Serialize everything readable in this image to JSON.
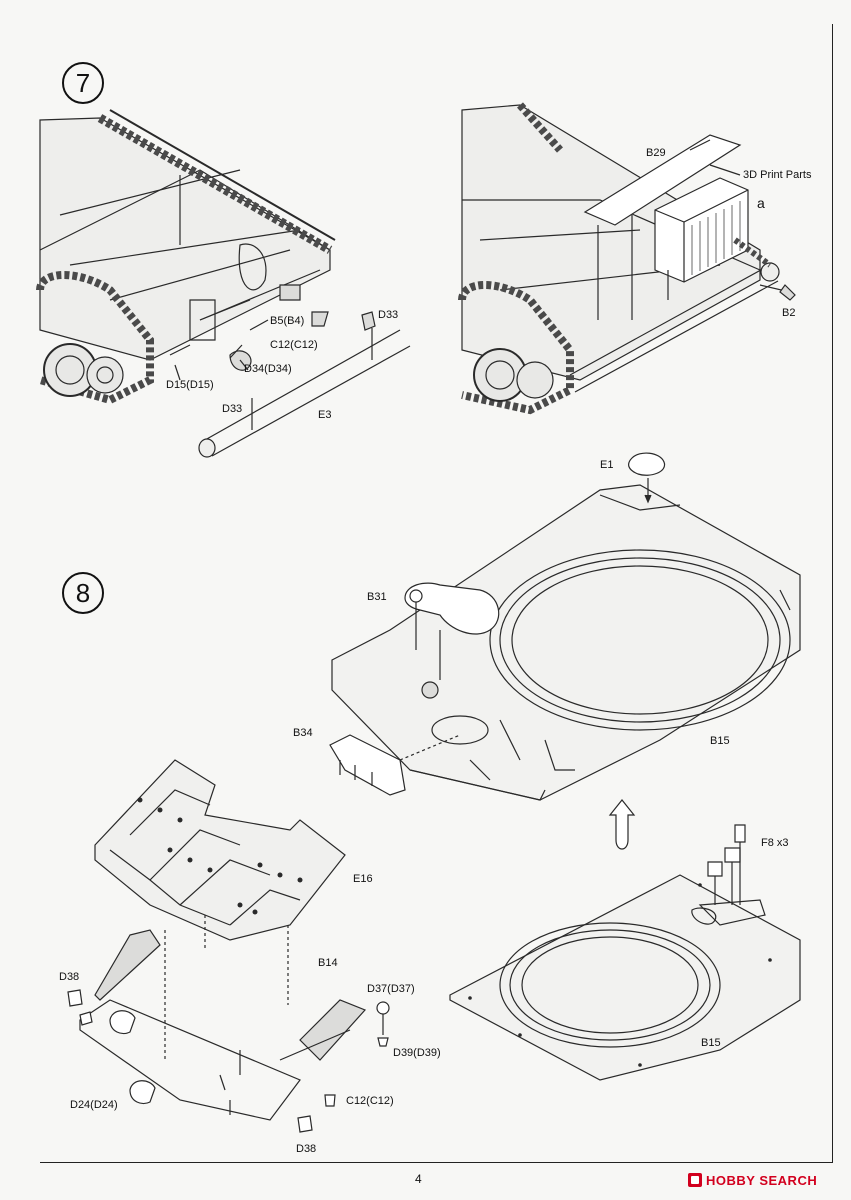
{
  "steps": [
    {
      "number": "7"
    },
    {
      "number": "8"
    }
  ],
  "step7": {
    "left_labels": [
      "B5(B4)",
      "D33",
      "C12(C12)",
      "D34(D34)",
      "D15(D15)",
      "D33",
      "E3"
    ],
    "right_labels": [
      "B29",
      "3D Print Parts",
      "a",
      "B2"
    ]
  },
  "step8": {
    "upper_labels": [
      "E1",
      "B31",
      "B34",
      "B15"
    ],
    "lower_left_labels": [
      "E16",
      "D38",
      "B14",
      "D37(D37)",
      "D39(D39)",
      "D24(D24)",
      "C12(C12)",
      "D38"
    ],
    "lower_right_labels": [
      "F8 x3",
      "B15"
    ]
  },
  "footer": {
    "page_number": "4",
    "watermark_text": "HOBBY SEARCH"
  },
  "colors": {
    "line": "#2a2a2a",
    "accent_watermark": "#d2001e"
  },
  "icons": {
    "arrow_up": "up-arrow-icon",
    "watermark_logo": "hobby-search-logo-icon"
  }
}
